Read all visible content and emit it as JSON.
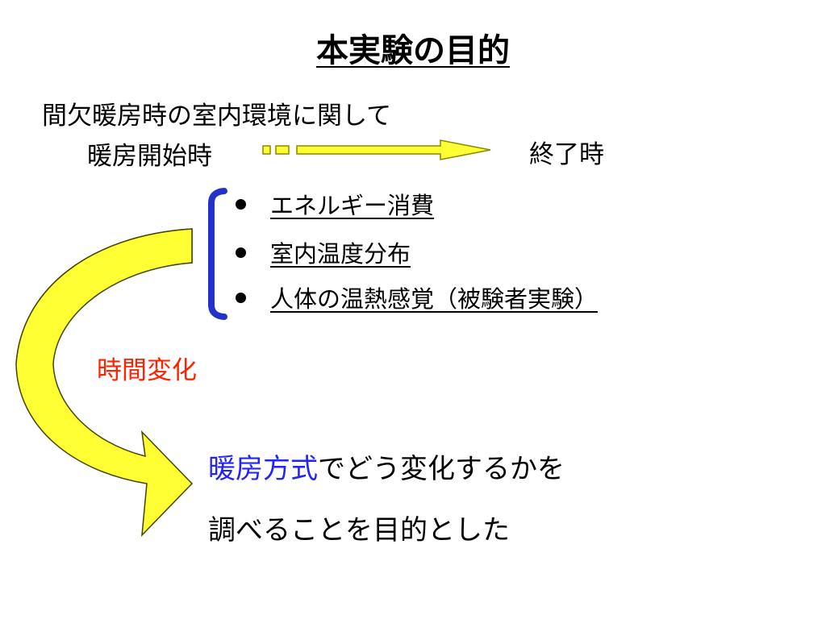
{
  "slide": {
    "title": "本実験の目的",
    "subject": "間欠暖房時の室内環境に関して",
    "timeline": {
      "start_label": "暖房開始時",
      "end_label": "終了時"
    },
    "items": [
      "エネルギー消費",
      "室内温度分布",
      "人体の温熱感覚（被験者実験）"
    ],
    "time_change_label": "時間変化",
    "conclusion": {
      "line1_highlight": "暖房方式",
      "line1_rest": "でどう変化するかを",
      "line2": "調べることを目的とした"
    }
  },
  "colors": {
    "arrow_fill": "#ffff33",
    "arrow_shade": "#c8c400",
    "bracket": "#2233cc",
    "time_change": "#ff2200",
    "highlight": "#2222ff"
  },
  "icons": [
    "bullet-dot",
    "right-arrow",
    "left-bracket",
    "curved-arrow"
  ]
}
